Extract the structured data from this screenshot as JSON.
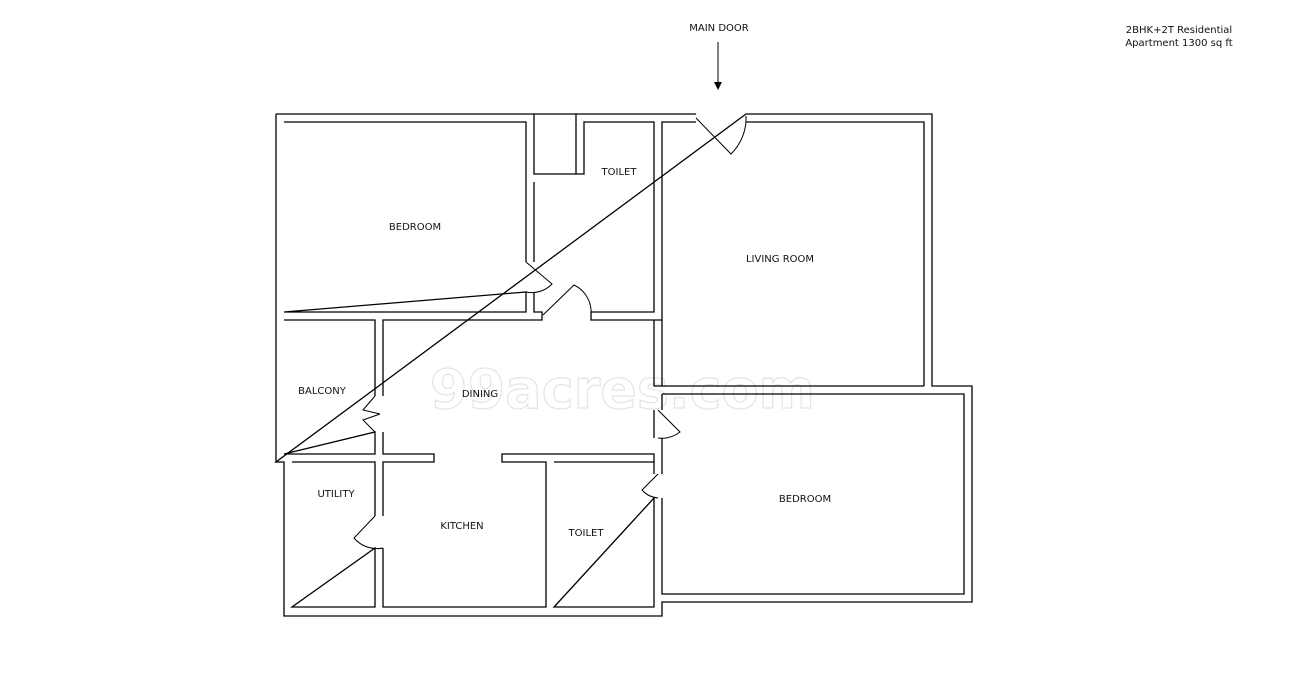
{
  "title": {
    "line1": "2BHK+2T Residential",
    "line2": "Apartment 1300 sq ft"
  },
  "entrance_label": "MAIN DOOR",
  "watermark": "99acres.com",
  "rooms": {
    "bedroom_1": "BEDROOM",
    "toilet_1": "TOILET",
    "living_room": "LIVING ROOM",
    "balcony": "BALCONY",
    "dining": "DINING",
    "utility": "UTILITY",
    "kitchen": "KITCHEN",
    "toilet_2": "TOILET",
    "bedroom_2": "BEDROOM"
  }
}
